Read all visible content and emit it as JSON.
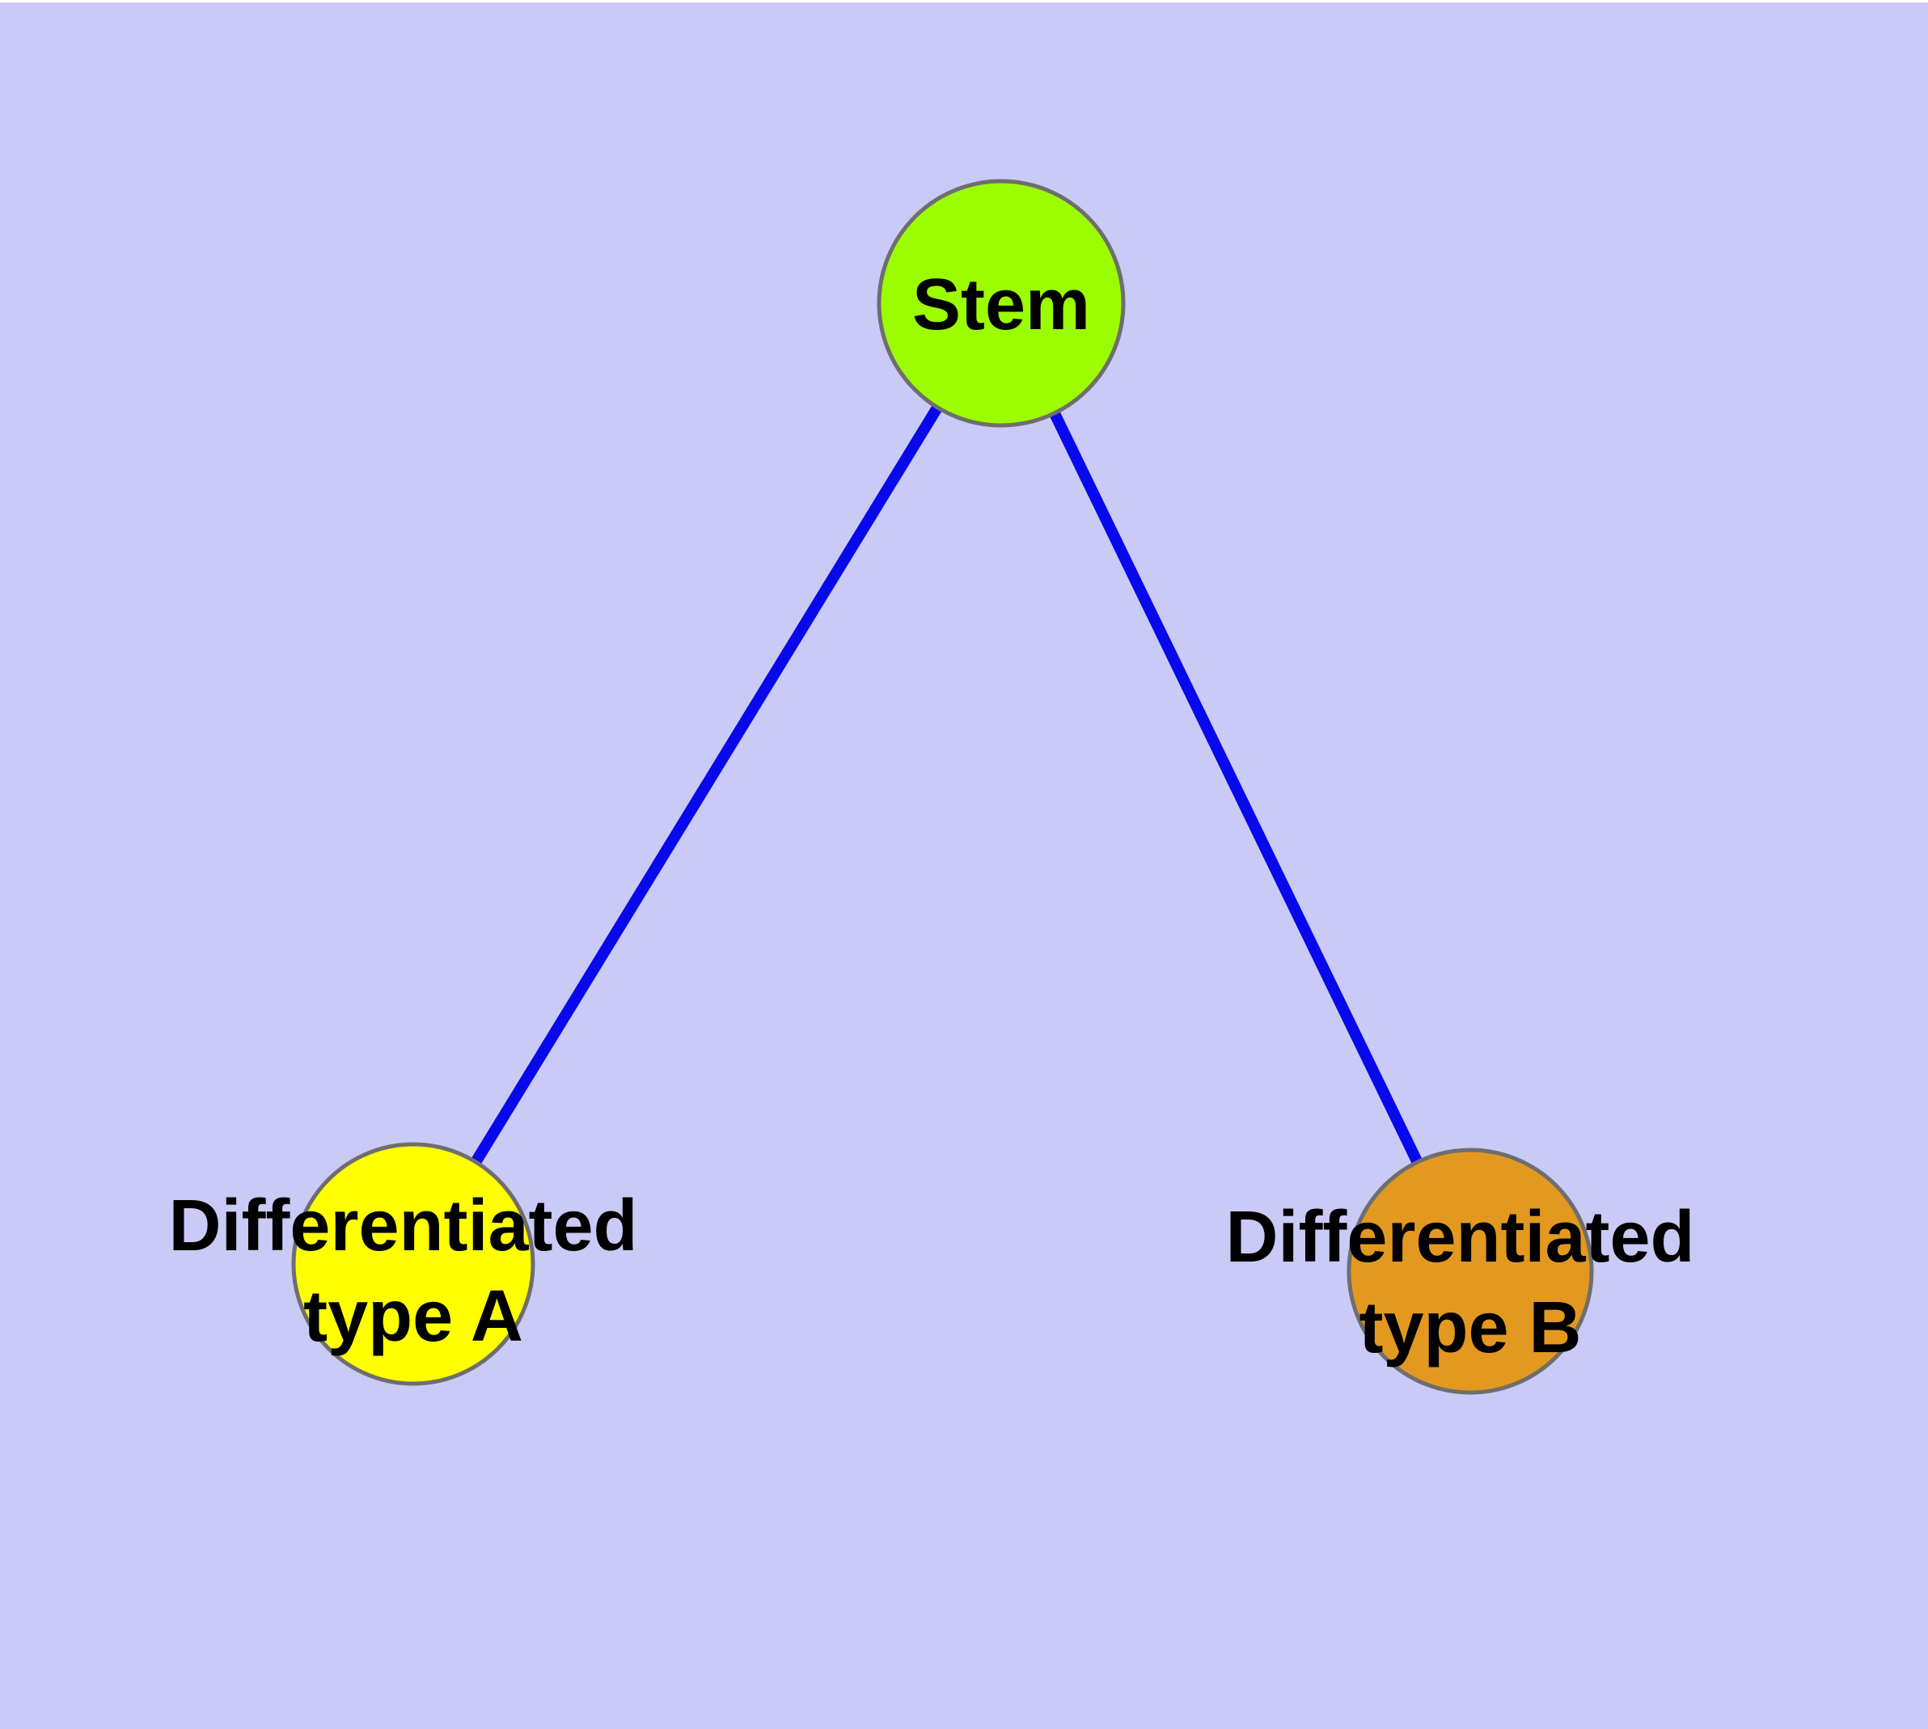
{
  "figure": {
    "background_color": "#CACAF6",
    "top_strip_color": "#FFFFFF",
    "edge_color": "#0808EC",
    "node_border_color": "#6E6E6E",
    "label_color": "#000000",
    "nodes": [
      {
        "id": "stem",
        "label": "Stem",
        "line1": "Stem",
        "line2": "",
        "fill": "#9CFC00"
      },
      {
        "id": "diff-a",
        "label": "Differentiated type A",
        "line1": "Differentiated",
        "line2": "type A",
        "fill": "#FFFF00"
      },
      {
        "id": "diff-b",
        "label": "Differentiated type B",
        "line1": "Differentiated",
        "line2": "type B",
        "fill": "#E3991F"
      }
    ],
    "edges": [
      {
        "from": "Stem",
        "to": "Differentiated type A"
      },
      {
        "from": "Stem",
        "to": "Differentiated type B"
      }
    ]
  }
}
